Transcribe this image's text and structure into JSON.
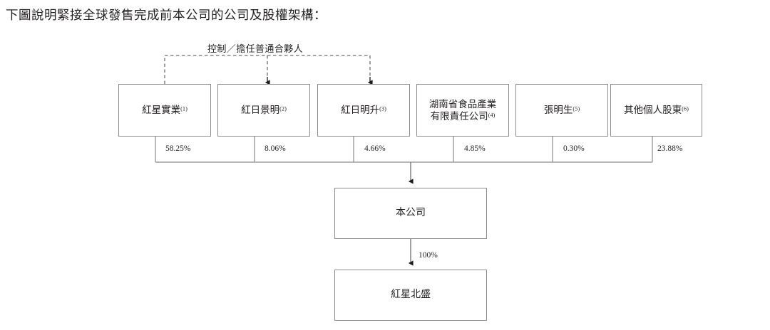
{
  "page": {
    "title": "下圖說明緊接全球發售完成前本公司的公司及股權架構："
  },
  "diagram": {
    "control_note": "控制／擔任普通合夥人",
    "shareholders": [
      {
        "name": "紅星實業",
        "footnote": "(1)",
        "percent": "58.25%"
      },
      {
        "name": "紅日景明",
        "footnote": "(2)",
        "percent": "8.06%"
      },
      {
        "name": "紅日明升",
        "footnote": "(3)",
        "percent": "4.66%"
      },
      {
        "name": "湖南省食品產業\n有限責任公司",
        "footnote": "(4)",
        "percent": "4.85%"
      },
      {
        "name": "張明生",
        "footnote": "(5)",
        "percent": "0.30%"
      },
      {
        "name": "其他個人股東",
        "footnote": "(6)",
        "percent": "23.88%"
      }
    ],
    "company": {
      "name": "本公司"
    },
    "subsidiary": {
      "name": "紅星北盛",
      "ownership": "100%"
    },
    "colors": {
      "border": "#8d8c8a",
      "text": "#231f20",
      "background": "#ffffff"
    }
  }
}
